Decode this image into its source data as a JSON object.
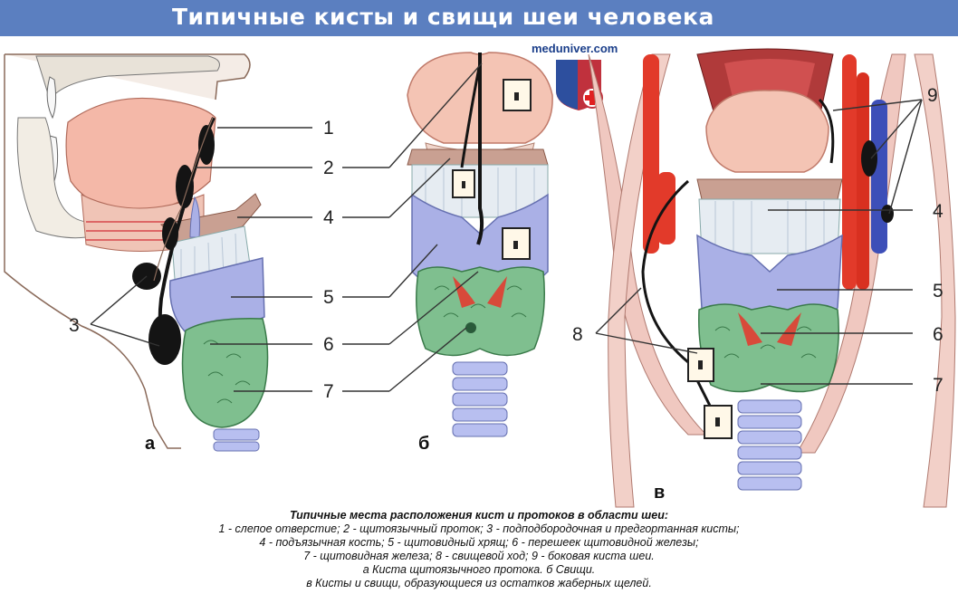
{
  "title": "Типичные кисты и свищи шеи человека",
  "watermark": "meduniver.com",
  "colors": {
    "title_bg": "#5b7fc0",
    "thyroid": "#7fbf8f",
    "cartilage": "#aab0e6",
    "vessel": "#e23a2a",
    "cyst_dark": "#141414"
  },
  "icons": [
    "medical-cross-shield-icon"
  ],
  "labels": {
    "n1": "1",
    "n2": "2",
    "n3": "3",
    "n4": "4",
    "n5": "5",
    "n6": "6",
    "n7": "7",
    "n8": "8",
    "n9": "9"
  },
  "panels": {
    "a": "а",
    "b": "б",
    "c": "в"
  },
  "caption": {
    "heading": "Типичные места расположения кист и протоков в области шеи:",
    "lines": [
      "1 - слепое отверстие; 2 - щитоязычный проток; 3 - подподбородочная и предгортанная кисты;",
      "4 - подъязычная кость; 5 - щитовидный хрящ; 6 - перешеек щитовидной железы;",
      "7 - щитовидная железа; 8 - свищевой ход; 9 - боковая киста шеи.",
      "а Киста щитоязычного протока. б Свищи.",
      "в Кисты и свищи, образующиеся из остатков жаберных щелей."
    ]
  }
}
